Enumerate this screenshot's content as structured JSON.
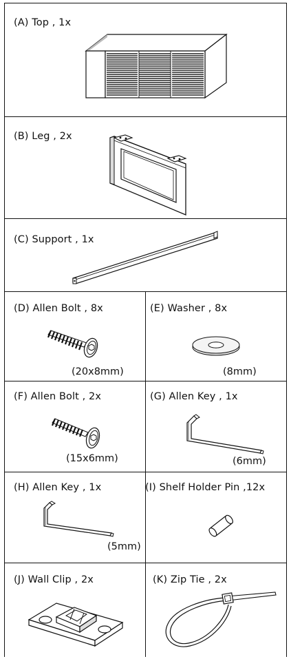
{
  "parts": {
    "A": {
      "label": "(A) Top  , 1x"
    },
    "B": {
      "label": "(B) Leg , 2x"
    },
    "C": {
      "label": "(C) Support , 1x"
    },
    "D": {
      "label": "(D) Allen Bolt , 8x",
      "size": "(20x8mm)"
    },
    "E": {
      "label": "(E) Washer , 8x",
      "size": "(8mm)"
    },
    "F": {
      "label": "(F) Allen Bolt , 2x",
      "size": "(15x6mm)"
    },
    "G": {
      "label": "(G) Allen Key , 1x",
      "size": "(6mm)"
    },
    "H": {
      "label": "(H) Allen Key , 1x",
      "size": "(5mm)"
    },
    "I": {
      "label": "(I) Shelf Holder Pin ,12x"
    },
    "J": {
      "label": "(J) Wall Clip , 2x"
    },
    "K": {
      "label": "(K) Zip Tie , 2x"
    }
  },
  "icons": {
    "A": "cabinet-top-icon",
    "B": "leg-frame-icon",
    "C": "support-bar-icon",
    "D": "allen-bolt-icon",
    "E": "washer-icon",
    "F": "allen-bolt-short-icon",
    "G": "allen-key-icon",
    "H": "allen-key-small-icon",
    "I": "shelf-pin-icon",
    "J": "wall-clip-icon",
    "K": "zip-tie-icon"
  }
}
